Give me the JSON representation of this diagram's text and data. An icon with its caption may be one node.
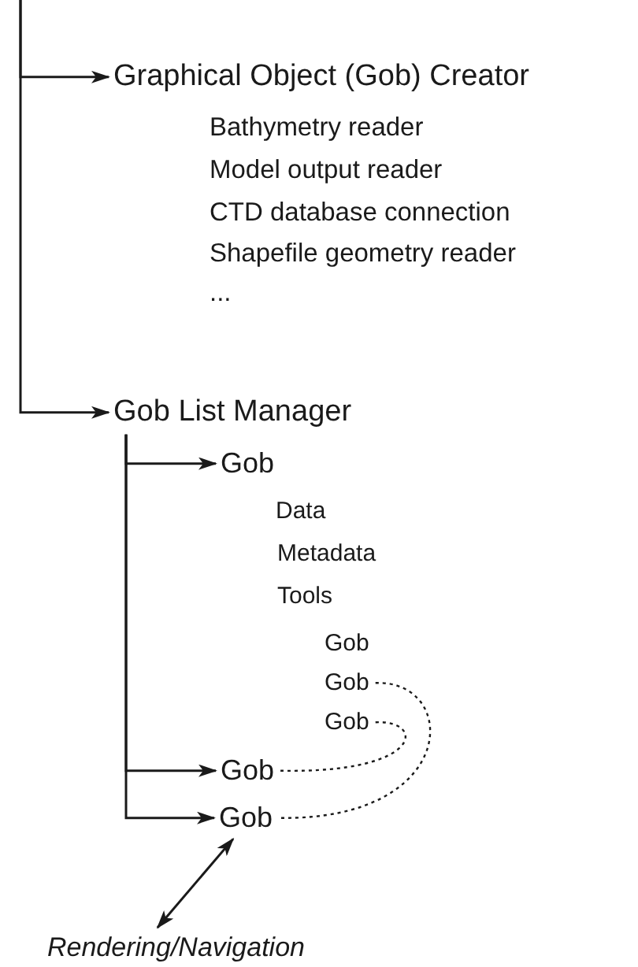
{
  "diagram": {
    "nodes": [
      {
        "text": [
          "Graphical Object (Gob) Creator"
        ]
      },
      {
        "text": [
          "Gob List Manager"
        ]
      },
      {
        "text": [
          "Gob"
        ]
      },
      {
        "text": [
          "Gob"
        ]
      },
      {
        "text": [
          "Gob"
        ]
      },
      {
        "text": [
          "Gob"
        ]
      },
      {
        "text": [
          "Gob"
        ]
      },
      {
        "text": [
          "Rendering/Navigation"
        ]
      }
    ],
    "edges": [
      {
        "from": null,
        "to": 0,
        "arrow": "to"
      },
      {
        "from": null,
        "to": 1,
        "arrow": "to"
      },
      {
        "from": 1,
        "to": 2,
        "arrow": "to"
      },
      {
        "from": 1,
        "to": 5,
        "arrow": "to"
      },
      {
        "from": 1,
        "to": 6,
        "arrow": "to"
      },
      {
        "from": 3,
        "to": 6,
        "arrow": "none",
        "style": "dashed"
      },
      {
        "from": 4,
        "to": 5,
        "arrow": "none",
        "style": "dashed"
      },
      {
        "from": 6,
        "to": 7,
        "arrow": "both"
      }
    ],
    "labels": [
      "Bathymetry reader",
      "Model output reader",
      "CTD database connection",
      "Shapefile geometry reader",
      "...",
      "Data",
      "Metadata",
      "Tools",
      "Gob"
    ]
  }
}
